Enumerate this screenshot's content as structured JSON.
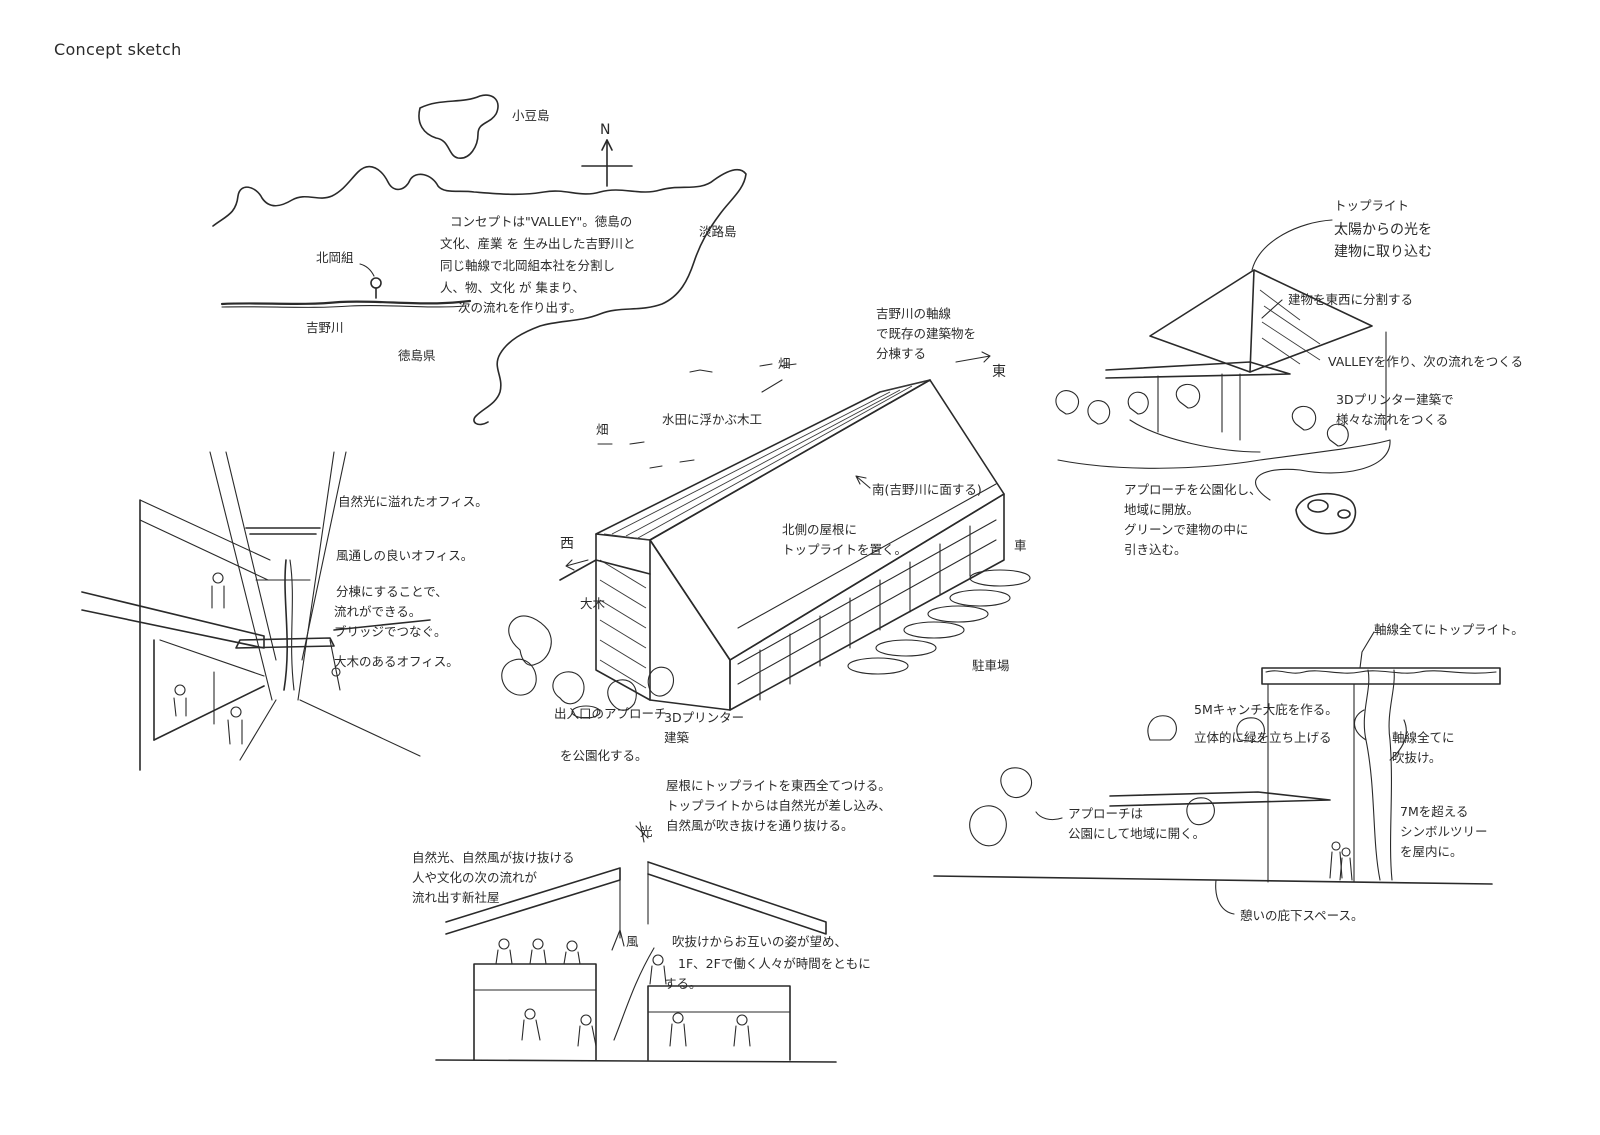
{
  "page": {
    "title": "Concept sketch"
  },
  "map": {
    "island_small": "小豆島",
    "island_awaji": "淡路島",
    "north": "N",
    "site": "北岡組",
    "river": "吉野川",
    "prefecture": "徳島県",
    "concept_lines": [
      "コンセプトは\"VALLEY\"。徳島の",
      "文化、産業 を 生み出した吉野川と",
      "同じ軸線で北岡組本社を分割し",
      "人、物、文化 が 集まり、",
      "次の流れを作り出す。"
    ]
  },
  "interior": {
    "notes": [
      "自然光に溢れたオフィス。",
      "風通しの良いオフィス。",
      "分棟にすることで、",
      "流れができる。",
      "ブリッジでつなぐ。",
      "大木のあるオフィス。"
    ]
  },
  "aerial": {
    "axis_note": [
      "吉野川の軸線",
      "で既存の建築物を",
      "分棟する"
    ],
    "east": "東",
    "west": "西",
    "south": "南(吉野川に面する)",
    "field_top": "畑",
    "field_side": "畑",
    "rice_note": "水田に浮かぶ木工",
    "toplight_note": [
      "北側の屋根に",
      "トップライトを置く。"
    ],
    "big_tree": "大木",
    "car": "車",
    "parking": "駐車場",
    "approach_note": [
      "出入口のアプローチ",
      "を公園化する。"
    ],
    "build_note": [
      "3Dプリンター",
      "建築"
    ]
  },
  "pavilion": {
    "toplight_title": "トップライト",
    "toplight_note": [
      "太陽からの光を",
      "建物に取り込む"
    ],
    "split_note": "建物を東西に分割する",
    "valley_note": "VALLEYを作り、次の流れをつくる",
    "printer_note": [
      "3Dプリンター建築で",
      "様々な流れをつくる"
    ],
    "park_note": [
      "アプローチを公園化し、",
      "地域に開放。",
      "グリーンで建物の中に",
      "引き込む。"
    ]
  },
  "section_center": {
    "roof_note": [
      "屋根にトップライトを東西全てつける。",
      "トップライトからは自然光が差し込み、",
      "自然風が吹き抜けを通り抜ける。"
    ],
    "sun": "光",
    "left_note": [
      "自然光、自然風が抜け抜ける",
      "人や文化の次の流れが",
      "流れ出す新社屋"
    ],
    "wind": "風",
    "void_note": [
      "吹抜けからお互いの姿が望め、",
      "1F、2Fで働く人々が時間をともに",
      "する。"
    ]
  },
  "section_right": {
    "toplight_note": "軸線全てにトップライト。",
    "span_note": "5Mキャンチ大庇を作る。",
    "green_note": "立体的に緑を立ち上げる",
    "void_note": [
      "軸線全てに",
      "吹抜け。"
    ],
    "approach_note": [
      "アプローチは",
      "公園にして地域に開く。"
    ],
    "tree_note": [
      "7Mを超える",
      "シンボルツリー",
      "を屋内に。"
    ],
    "under_note": "憩いの庇下スペース。"
  }
}
